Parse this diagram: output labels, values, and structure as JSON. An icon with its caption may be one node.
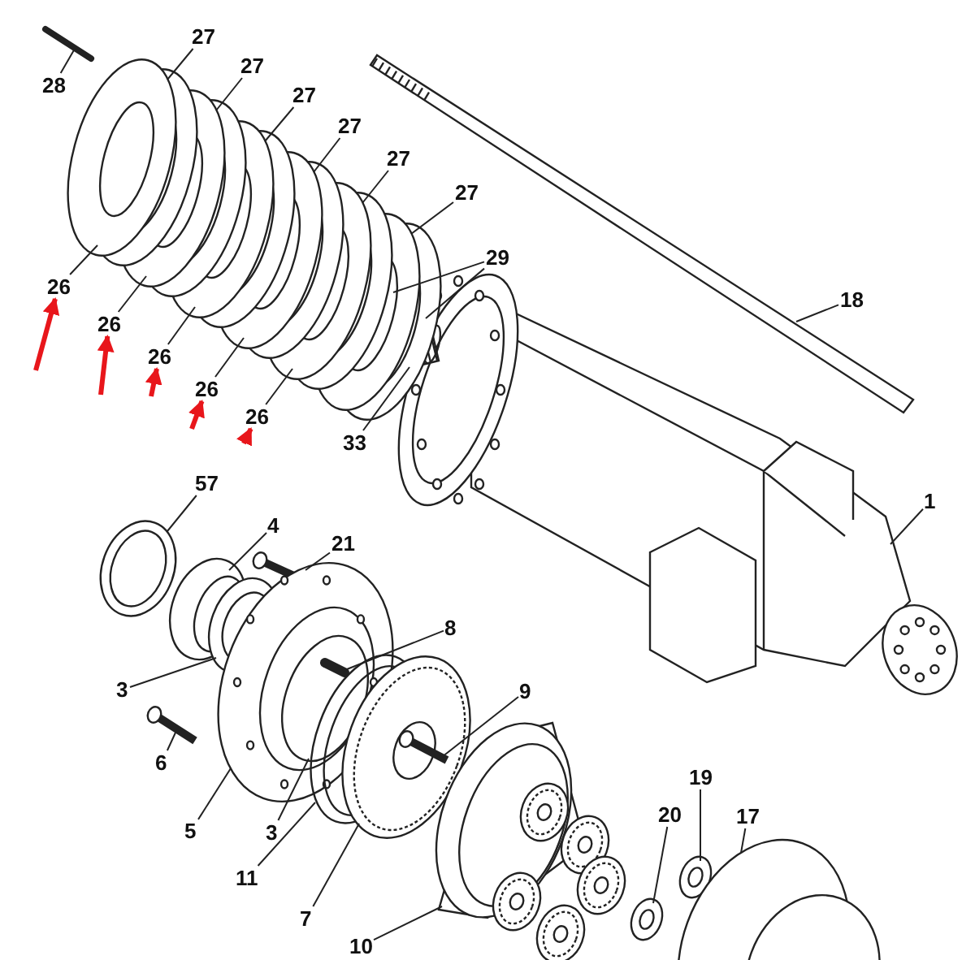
{
  "diagram": {
    "nodes": [
      {
        "text": [
          "28"
        ]
      },
      {
        "text": [
          "27"
        ]
      },
      {
        "text": [
          "27"
        ]
      },
      {
        "text": [
          "27"
        ]
      },
      {
        "text": [
          "27"
        ]
      },
      {
        "text": [
          "27"
        ]
      },
      {
        "text": [
          "27"
        ]
      },
      {
        "text": [
          "26"
        ]
      },
      {
        "text": [
          "26"
        ]
      },
      {
        "text": [
          "26"
        ]
      },
      {
        "text": [
          "26"
        ]
      },
      {
        "text": [
          "26"
        ]
      },
      {
        "text": [
          "29"
        ]
      },
      {
        "text": [
          "33"
        ]
      },
      {
        "text": [
          "18"
        ]
      },
      {
        "text": [
          "1"
        ]
      },
      {
        "text": [
          "57"
        ]
      },
      {
        "text": [
          "4"
        ]
      },
      {
        "text": [
          "21"
        ]
      },
      {
        "text": [
          "8"
        ]
      },
      {
        "text": [
          "3"
        ]
      },
      {
        "text": [
          "9"
        ]
      },
      {
        "text": [
          "6"
        ]
      },
      {
        "text": [
          "5"
        ]
      },
      {
        "text": [
          "3"
        ]
      },
      {
        "text": [
          "19"
        ]
      },
      {
        "text": [
          "20"
        ]
      },
      {
        "text": [
          "17"
        ]
      },
      {
        "text": [
          "11"
        ]
      },
      {
        "text": [
          "7"
        ]
      },
      {
        "text": [
          "10"
        ]
      }
    ],
    "edges": [
      {
        "from": 0,
        "to": null,
        "arrow": "none"
      },
      {
        "from": 1,
        "to": null,
        "arrow": "none"
      },
      {
        "from": 2,
        "to": null,
        "arrow": "none"
      },
      {
        "from": 3,
        "to": null,
        "arrow": "none"
      },
      {
        "from": 4,
        "to": null,
        "arrow": "none"
      },
      {
        "from": 5,
        "to": null,
        "arrow": "none"
      },
      {
        "from": 6,
        "to": null,
        "arrow": "none"
      },
      {
        "from": 7,
        "to": null,
        "arrow": "none"
      },
      {
        "from": 8,
        "to": null,
        "arrow": "none"
      },
      {
        "from": 9,
        "to": null,
        "arrow": "none"
      },
      {
        "from": 10,
        "to": null,
        "arrow": "none"
      },
      {
        "from": 11,
        "to": null,
        "arrow": "none"
      },
      {
        "from": 12,
        "to": null,
        "arrow": "none"
      },
      {
        "from": 12,
        "to": null,
        "arrow": "none"
      },
      {
        "from": 13,
        "to": null,
        "arrow": "none"
      },
      {
        "from": 14,
        "to": null,
        "arrow": "none"
      },
      {
        "from": 15,
        "to": null,
        "arrow": "none"
      },
      {
        "from": 16,
        "to": null,
        "arrow": "none"
      },
      {
        "from": 17,
        "to": null,
        "arrow": "none"
      },
      {
        "from": 18,
        "to": null,
        "arrow": "none"
      },
      {
        "from": 19,
        "to": null,
        "arrow": "none"
      },
      {
        "from": 20,
        "to": null,
        "arrow": "none"
      },
      {
        "from": 21,
        "to": null,
        "arrow": "none"
      },
      {
        "from": 22,
        "to": null,
        "arrow": "none"
      },
      {
        "from": 23,
        "to": null,
        "arrow": "none"
      },
      {
        "from": 24,
        "to": null,
        "arrow": "none"
      },
      {
        "from": 25,
        "to": null,
        "arrow": "none"
      },
      {
        "from": 26,
        "to": null,
        "arrow": "none"
      },
      {
        "from": 27,
        "to": null,
        "arrow": "none"
      },
      {
        "from": 28,
        "to": null,
        "arrow": "none"
      },
      {
        "from": 29,
        "to": null,
        "arrow": "none"
      },
      {
        "from": 30,
        "to": null,
        "arrow": "none"
      },
      {
        "from": null,
        "to": 7,
        "arrow": "to",
        "style": "thick",
        "color": "#e8161b"
      },
      {
        "from": null,
        "to": 8,
        "arrow": "to",
        "style": "thick",
        "color": "#e8161b"
      },
      {
        "from": null,
        "to": 9,
        "arrow": "to",
        "style": "thick",
        "color": "#e8161b"
      },
      {
        "from": null,
        "to": 10,
        "arrow": "to",
        "style": "thick",
        "color": "#e8161b"
      },
      {
        "from": null,
        "to": 11,
        "arrow": "to",
        "style": "thick",
        "color": "#e8161b"
      }
    ]
  }
}
